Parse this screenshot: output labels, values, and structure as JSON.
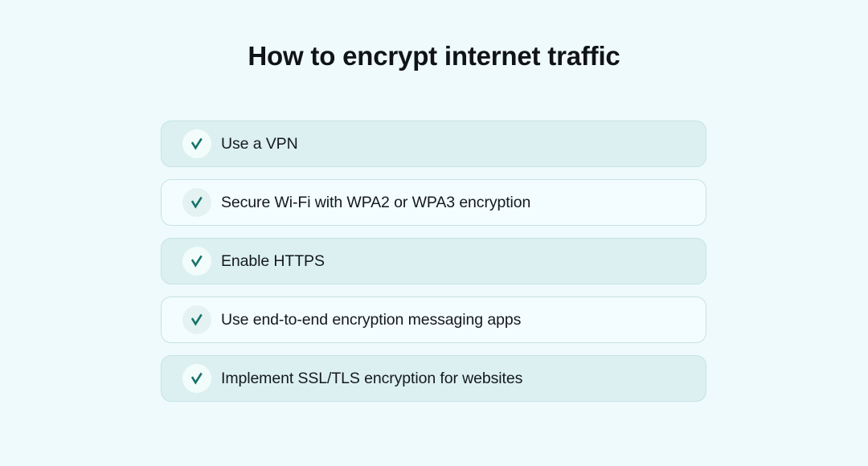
{
  "page": {
    "background_color": "#effafc",
    "title": "How to encrypt internet traffic"
  },
  "theme": {
    "accent_color": "#17726b",
    "row_mint_color": "#dcf0f2",
    "row_light_color": "#f3fdff",
    "row_border_color": "#c6e3e1",
    "text_color": "#15191d"
  },
  "checklist": {
    "icon_name": "check-icon",
    "items": [
      {
        "label": "Use a VPN",
        "tone": "mint",
        "checked": true
      },
      {
        "label": "Secure Wi-Fi with WPA2 or WPA3 encryption",
        "tone": "light",
        "checked": true
      },
      {
        "label": "Enable HTTPS",
        "tone": "mint",
        "checked": true
      },
      {
        "label": "Use end-to-end encryption messaging apps",
        "tone": "light",
        "checked": true
      },
      {
        "label": "Implement SSL/TLS encryption for websites",
        "tone": "mint",
        "checked": true
      }
    ]
  }
}
